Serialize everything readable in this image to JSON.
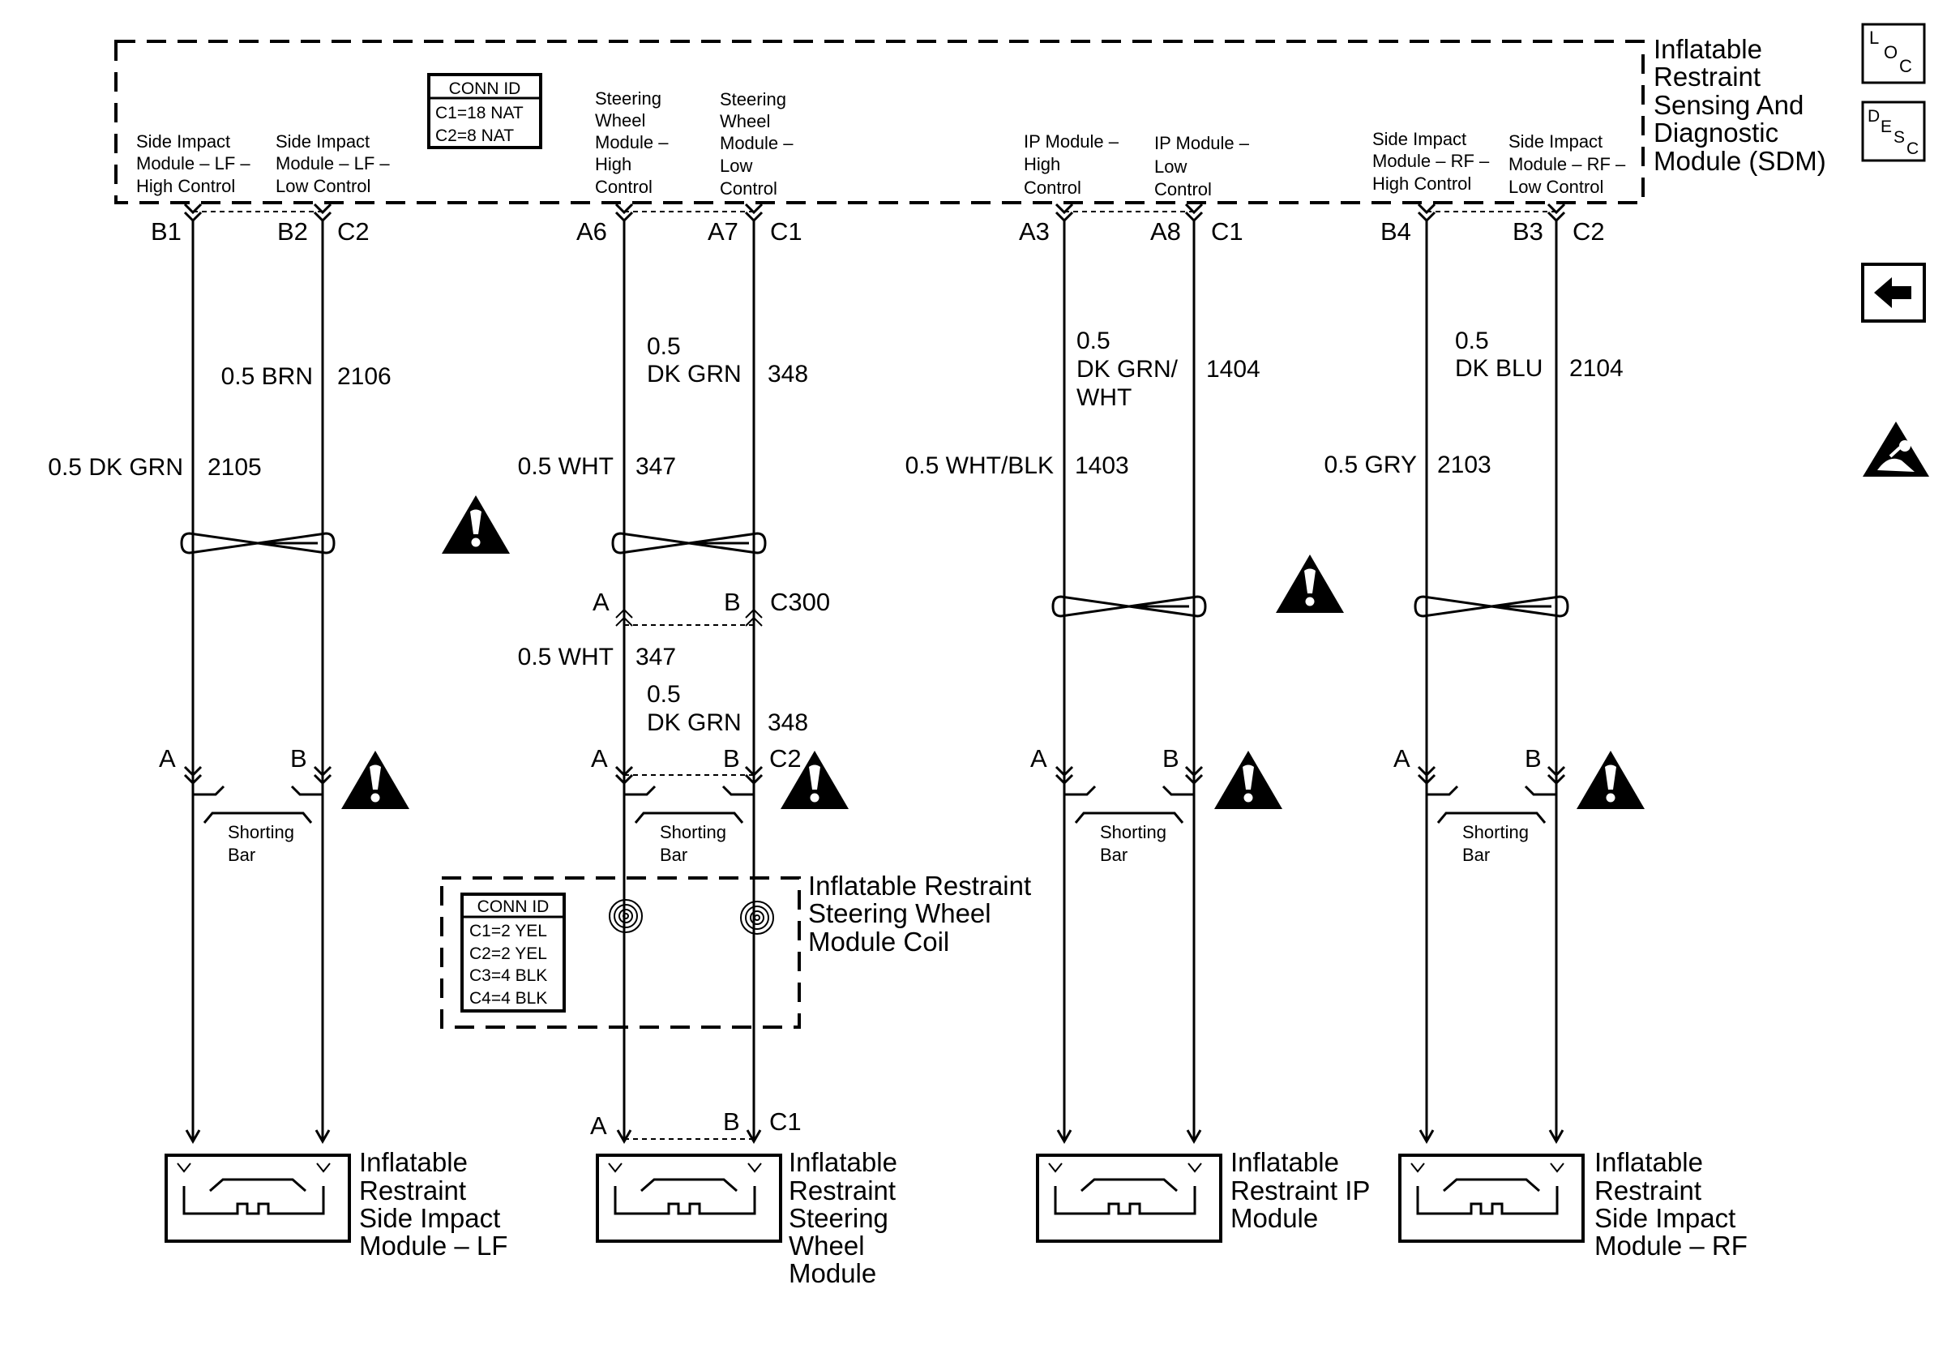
{
  "sdm": {
    "title": [
      "Inflatable",
      "Restraint",
      "Sensing And",
      "Diagnostic",
      "Module (SDM)"
    ],
    "conn_id": {
      "header": "CONN ID",
      "lines": [
        "C1=18 NAT",
        "C2=8 NAT"
      ]
    },
    "circuits": [
      [
        "Side Impact",
        "Module – LF –",
        "High Control"
      ],
      [
        "Side Impact",
        "Module – LF –",
        "Low Control"
      ],
      [
        "Steering",
        "Wheel",
        "Module –",
        "High",
        "Control"
      ],
      [
        "Steering",
        "Wheel",
        "Module –",
        "Low",
        "Control"
      ],
      [
        "IP Module –",
        "High",
        "Control"
      ],
      [
        "IP Module –",
        "Low",
        "Control"
      ],
      [
        "Side Impact",
        "Module – RF –",
        "High Control"
      ],
      [
        "Side Impact",
        "Module – RF –",
        "Low Control"
      ]
    ]
  },
  "pins": {
    "B1": "B1",
    "B2": "B2",
    "C2a": "C2",
    "A6": "A6",
    "A7": "A7",
    "C1a": "C1",
    "A3": "A3",
    "A8": "A8",
    "C1b": "C1",
    "B4": "B4",
    "B3": "B3",
    "C2b": "C2",
    "A": "A",
    "B": "B",
    "C300": "C300",
    "C2": "C2",
    "C1": "C1"
  },
  "wires": {
    "w2105": {
      "color": "0.5 DK GRN",
      "num": "2105"
    },
    "w2106": {
      "color": "0.5 BRN",
      "num": "2106"
    },
    "w347": {
      "color": "0.5 WHT",
      "num": "347"
    },
    "w348": {
      "color": [
        "0.5",
        "DK GRN"
      ],
      "num": "348"
    },
    "w1403": {
      "color": "0.5 WHT/BLK",
      "num": "1403"
    },
    "w1404": {
      "color": [
        "0.5",
        "DK GRN/",
        "WHT"
      ],
      "num": "1404"
    },
    "w2103": {
      "color": "0.5 GRY",
      "num": "2103"
    },
    "w2104": {
      "color": [
        "0.5",
        "DK BLU"
      ],
      "num": "2104"
    }
  },
  "shorting_bar": [
    "Shorting",
    "Bar"
  ],
  "coil": {
    "title": [
      "Inflatable Restraint",
      "Steering Wheel",
      "Module Coil"
    ],
    "conn_id": {
      "header": "CONN ID",
      "lines": [
        "C1=2 YEL",
        "C2=2 YEL",
        "C3=4 BLK",
        "C4=4 BLK"
      ]
    }
  },
  "modules": {
    "lf": [
      "Inflatable",
      "Restraint",
      "Side Impact",
      "Module – LF"
    ],
    "sw": [
      "Inflatable",
      "Restraint",
      "Steering",
      "Wheel",
      "Module"
    ],
    "ip": [
      "Inflatable",
      "Restraint IP",
      "Module"
    ],
    "rf": [
      "Inflatable",
      "Restraint",
      "Side Impact",
      "Module – RF"
    ]
  },
  "side_icons": {
    "loc": {
      "name": "loc-icon",
      "letters": [
        "L",
        "O",
        "C"
      ]
    },
    "desc": {
      "name": "desc-icon",
      "letters": [
        "D",
        "E",
        "S",
        "C"
      ]
    },
    "back": {
      "name": "back-arrow-icon"
    },
    "airbag": {
      "name": "airbag-warning-icon"
    }
  }
}
